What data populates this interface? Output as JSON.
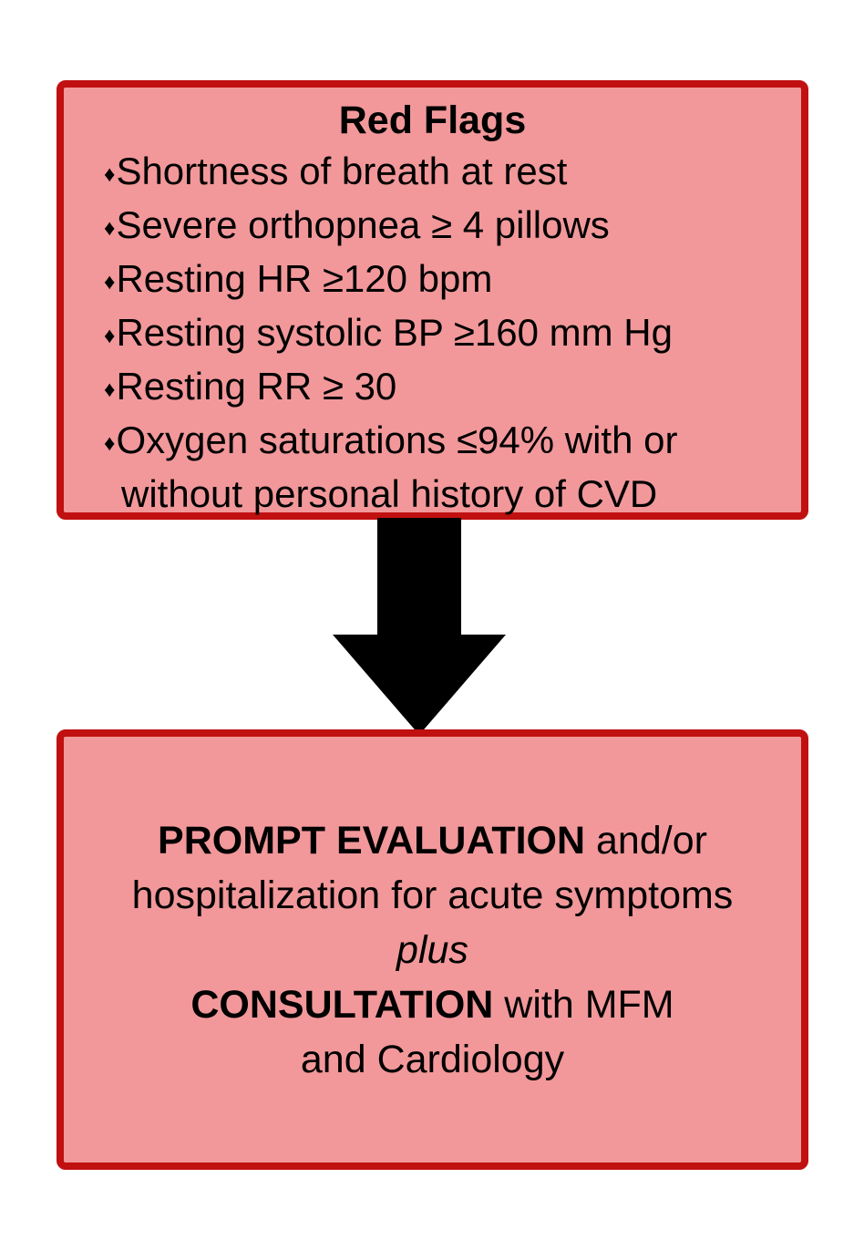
{
  "colors": {
    "background": "#ffffff",
    "box_fill": "#f2989a",
    "box_border": "#c01010",
    "arrow": "#000000",
    "text": "#000000"
  },
  "red_flags_box": {
    "title": "Red Flags",
    "bullet_char": "♦",
    "items": [
      "Shortness of breath at rest",
      "Severe orthopnea ≥ 4 pillows",
      "Resting HR ≥120 bpm",
      "Resting systolic BP ≥160 mm Hg",
      "Resting RR ≥ 30",
      "Oxygen saturations ≤94% with or without personal history of CVD"
    ]
  },
  "arrow": {
    "name": "down-arrow",
    "direction": "down"
  },
  "action_box": {
    "line1_bold": "PROMPT EVALUATION",
    "line1_rest": " and/or",
    "line2": "hospitalization for acute symptoms",
    "line3_italic": "plus",
    "line4_bold": "CONSULTATION",
    "line4_rest": " with MFM",
    "line5": "and Cardiology"
  }
}
